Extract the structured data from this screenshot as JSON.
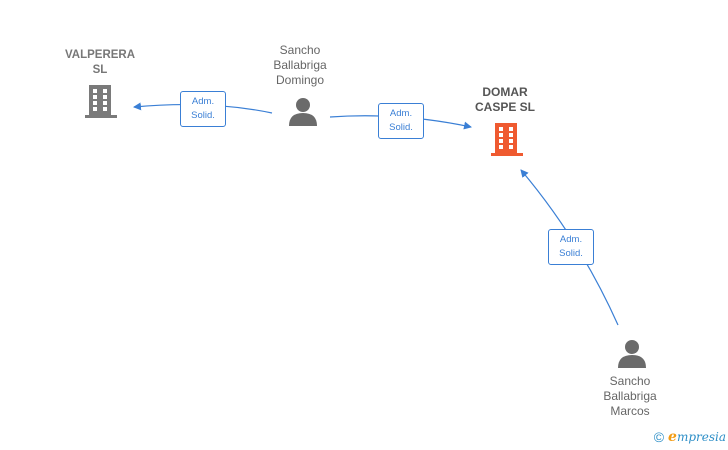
{
  "nodes": {
    "valperera": {
      "label_lines": [
        "VALPERERA",
        "SL"
      ],
      "type": "company",
      "color": "#7a7a7a"
    },
    "sancho_domingo": {
      "label_lines": [
        "Sancho",
        "Ballabriga",
        "Domingo"
      ],
      "type": "person",
      "color": "#6b6b6b"
    },
    "domar": {
      "label_lines": [
        "DOMAR",
        "CASPE  SL"
      ],
      "type": "company",
      "color": "#ef5a30"
    },
    "sancho_marcos": {
      "label_lines": [
        "Sancho",
        "Ballabriga",
        "Marcos"
      ],
      "type": "person",
      "color": "#6b6b6b"
    }
  },
  "edges": [
    {
      "from": "sancho_domingo",
      "to": "valperera",
      "label_lines": [
        "Adm.",
        "Solid."
      ]
    },
    {
      "from": "sancho_domingo",
      "to": "domar",
      "label_lines": [
        "Adm.",
        "Solid."
      ]
    },
    {
      "from": "sancho_marcos",
      "to": "domar",
      "label_lines": [
        "Adm.",
        "Solid."
      ]
    }
  ],
  "edge_color": "#3a7fd5",
  "brand": {
    "copyright_symbol": "©",
    "initial": "e",
    "rest": "mpresia"
  }
}
